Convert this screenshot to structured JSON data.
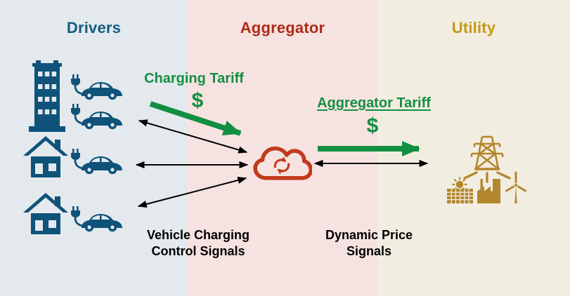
{
  "diagram": {
    "columns": [
      {
        "id": "drivers",
        "title": "Drivers",
        "title_color": "#135E80",
        "bg": "#E4E9EE"
      },
      {
        "id": "aggregator",
        "title": "Aggregator",
        "title_color": "#B02A18",
        "bg": "#F6E3E1"
      },
      {
        "id": "utility",
        "title": "Utility",
        "title_color": "#C49A12",
        "bg": "#F2EDE1"
      }
    ],
    "flows": {
      "charging_tariff": {
        "label": "Charging Tariff",
        "dollar": "$",
        "direction": "drivers-to-aggregator",
        "color": "#128F41"
      },
      "aggregator_tariff": {
        "label": "Aggregator Tariff",
        "dollar": "$",
        "direction": "aggregator-to-utility",
        "color": "#128F41"
      },
      "vehicle_signals": {
        "line1": "Vehicle Charging",
        "line2": "Control Signals",
        "color": "#000000",
        "style": "double-headed-arrows",
        "count": 3
      },
      "price_signals": {
        "line1": "Dynamic Price",
        "line2": "Signals",
        "color": "#000000",
        "style": "double-headed-arrow",
        "count": 1
      }
    },
    "colors": {
      "driver_icon_teal": "#0F527A",
      "cloud_red": "#C23A1D",
      "utility_gold": "#B3872C",
      "money_green": "#128F41",
      "signal_black": "#000000"
    },
    "icons": {
      "drivers": [
        "office-building",
        "ev-car-charging",
        "ev-car-charging",
        "house",
        "ev-car-charging",
        "house",
        "ev-car-charging"
      ],
      "aggregator": [
        "cloud-sync"
      ],
      "utility": [
        "transmission-tower",
        "solar-panel-sun",
        "factory",
        "wind-turbine"
      ]
    }
  }
}
